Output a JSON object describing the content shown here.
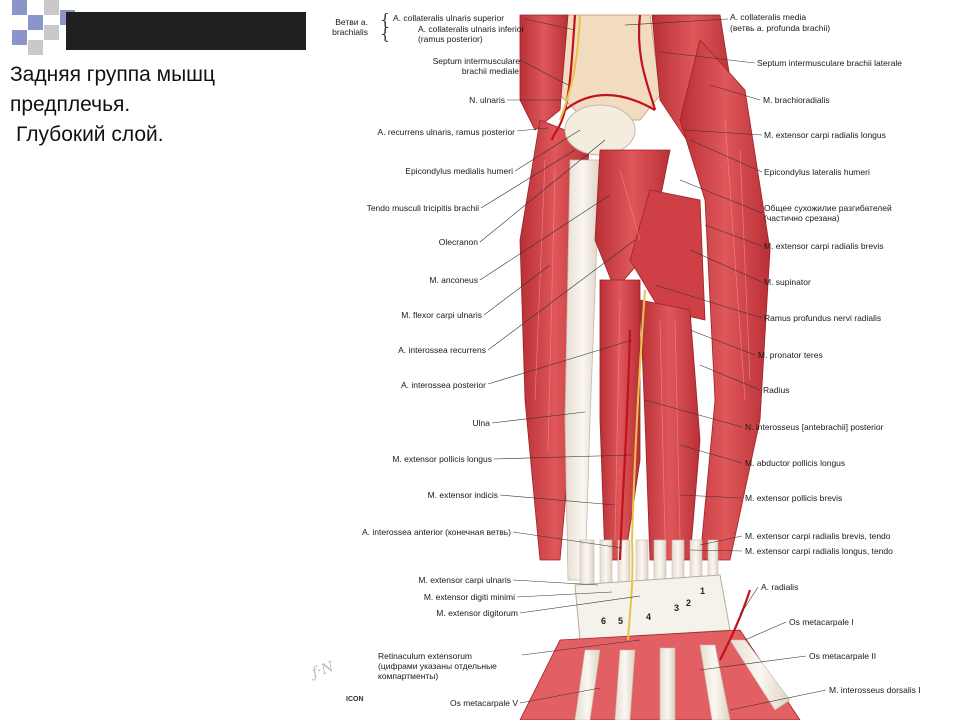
{
  "slide": {
    "title_lines": [
      "Задняя группа мышц",
      "предплечья.",
      "Глубокий слой."
    ]
  },
  "group_label": "Ветви a. brachialis",
  "labels_left": [
    {
      "id": "coll-ulnaris-sup",
      "text": "A. collateralis ulnaris superior"
    },
    {
      "id": "coll-ulnaris-inf",
      "text": "A. collateralis ulnaris inferior"
    },
    {
      "id": "coll-ulnaris-inf-2",
      "text": "(ramus posterior)"
    },
    {
      "id": "septum-med",
      "text": "Septum intermusculare"
    },
    {
      "id": "septum-med-2",
      "text": "brachii mediale"
    },
    {
      "id": "n-ulnaris",
      "text": "N. ulnaris"
    },
    {
      "id": "a-recurrens-ulnaris",
      "text": "A. recurrens ulnaris, ramus posterior"
    },
    {
      "id": "epicondylus-med",
      "text": "Epicondylus medialis humeri"
    },
    {
      "id": "tendo-triceps",
      "text": "Tendo musculi tricipitis brachii"
    },
    {
      "id": "olecranon",
      "text": "Olecranon"
    },
    {
      "id": "m-anconeus",
      "text": "M. anconeus"
    },
    {
      "id": "m-flexor-carpi-ulnaris",
      "text": "M. flexor carpi ulnaris"
    },
    {
      "id": "a-interossea-recurrens",
      "text": "A. interossea recurrens"
    },
    {
      "id": "a-interossea-posterior",
      "text": "A. interossea posterior"
    },
    {
      "id": "ulna",
      "text": "Ulna"
    },
    {
      "id": "m-ext-pollicis-longus",
      "text": "M. extensor pollicis longus"
    },
    {
      "id": "m-ext-indicis",
      "text": "M. extensor indicis"
    },
    {
      "id": "a-interossea-anterior",
      "text": "A. interossea anterior (конечная ветвь)"
    },
    {
      "id": "m-ext-carpi-ulnaris",
      "text": "M. extensor carpi ulnaris"
    },
    {
      "id": "m-ext-digiti-minimi",
      "text": "M. extensor digiti minimi"
    },
    {
      "id": "m-ext-digitorum",
      "text": "M. extensor digitorum"
    },
    {
      "id": "retinaculum",
      "text": "Retinaculum extensorum"
    },
    {
      "id": "retinaculum-2",
      "text": "(цифрами указаны отдельные"
    },
    {
      "id": "retinaculum-3",
      "text": "компартменты)"
    },
    {
      "id": "os-metacarpale-v",
      "text": "Os metacarpale V"
    }
  ],
  "labels_right": [
    {
      "id": "a-coll-media",
      "text": "A. collateralis media"
    },
    {
      "id": "a-coll-media-2",
      "text": "(ветвь a. profunda brachii)"
    },
    {
      "id": "septum-lat",
      "text": "Septum intermusculare brachii laterale"
    },
    {
      "id": "m-brachioradialis",
      "text": "M. brachioradialis"
    },
    {
      "id": "m-ecrl",
      "text": "M. extensor carpi radialis longus"
    },
    {
      "id": "epicondylus-lat",
      "text": "Epicondylus lateralis humeri"
    },
    {
      "id": "common-tendon",
      "text": "Общее сухожилие разгибателей"
    },
    {
      "id": "common-tendon-2",
      "text": "(частично срезана)"
    },
    {
      "id": "m-ecrb",
      "text": "M. extensor carpi radialis brevis"
    },
    {
      "id": "m-supinator",
      "text": "M. supinator"
    },
    {
      "id": "ramus-profundus",
      "text": "Ramus profundus nervi radialis"
    },
    {
      "id": "m-pronator-teres",
      "text": "M. pronator teres"
    },
    {
      "id": "radius",
      "text": "Radius"
    },
    {
      "id": "n-interosseus",
      "text": "N. interosseus [antebrachii] posterior"
    },
    {
      "id": "m-abductor-pl",
      "text": "M. abductor pollicis longus"
    },
    {
      "id": "m-ext-pollicis-brevis",
      "text": "M. extensor pollicis brevis"
    },
    {
      "id": "m-ecrb-tendo",
      "text": "M. extensor carpi radialis brevis, tendo"
    },
    {
      "id": "m-ecrl-tendo",
      "text": "M. extensor carpi radialis longus, tendo"
    },
    {
      "id": "a-radialis",
      "text": "A. radialis"
    },
    {
      "id": "os-metacarpale-i",
      "text": "Os metacarpale I"
    },
    {
      "id": "os-metacarpale-ii",
      "text": "Os metacarpale II"
    },
    {
      "id": "m-interosseus-dorsalis",
      "text": "M. interosseus dorsalis I"
    }
  ],
  "compartments": [
    "1",
    "2",
    "3",
    "4",
    "5",
    "6"
  ],
  "publisher_mark": "ICON",
  "colors": {
    "muscle": "#d8464a",
    "muscle_dark": "#b02a30",
    "tendon": "#efe7dd",
    "bone": "#f2dcc0",
    "artery": "#c2121c",
    "nerve": "#e8c24a",
    "deco_blue": "#8a96c9",
    "deco_grey": "#c9c9c9"
  }
}
